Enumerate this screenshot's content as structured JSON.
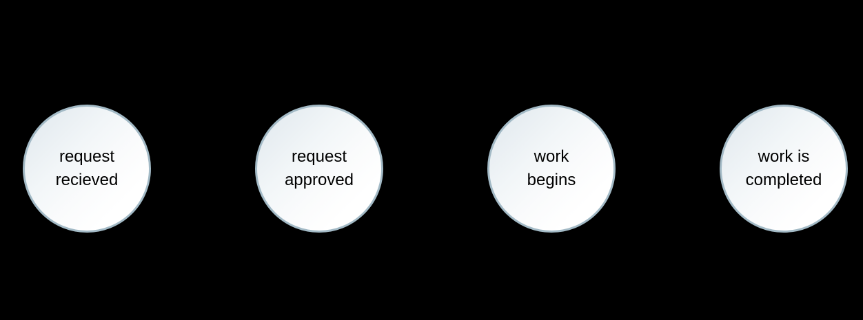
{
  "diagram": {
    "background_color": "#000000",
    "node_fill_light": "#ffffff",
    "node_fill_dark": "#dfe8ed",
    "node_border_color": "#a3bac6",
    "text_color": "#000000",
    "type": "flow-states",
    "nodes": [
      {
        "id": "request-recieved",
        "label": "request\nrecieved",
        "line1": "request",
        "line2": "recieved",
        "shape": "ellipse"
      },
      {
        "id": "request-approved",
        "label": "request\napproved",
        "line1": "request",
        "line2": "approved",
        "shape": "ellipse"
      },
      {
        "id": "work-begins",
        "label": "work\nbegins",
        "line1": "work",
        "line2": "begins",
        "shape": "ellipse"
      },
      {
        "id": "work-is-completed",
        "label": "work is\ncompleted",
        "line1": "work is",
        "line2": "completed",
        "shape": "ellipse"
      }
    ]
  }
}
